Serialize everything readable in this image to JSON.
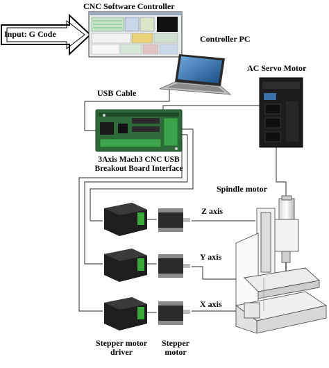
{
  "labels": {
    "input": "Input: G Code",
    "cnc_software": "CNC Software Controller",
    "controller_pc": "Controller PC",
    "ac_servo": "AC Servo Motor",
    "usb_cable": "USB Cable",
    "breakout_line1": "3Axis Mach3 CNC USB",
    "breakout_line2": "Breakout Board Interface",
    "spindle_motor": "Spindle motor",
    "z_axis": "Z axis",
    "y_axis": "Y axis",
    "x_axis": "X axis",
    "driver_line1": "Stepper motor",
    "driver_line2": "driver",
    "stepper_line1": "Stepper",
    "stepper_line2": "motor"
  },
  "colors": {
    "wire": "#6a6a6a",
    "driver_body": "#1e1e1e",
    "driver_connector": "#3aa83a",
    "board": "#2f6b3a",
    "servo": "#1c1c1c",
    "screen_bg": "#cfd8d0"
  },
  "icons": {
    "input_arrow": "arrow-right-outline",
    "software": "software-window",
    "pc": "laptop",
    "board": "circuit-board",
    "servo": "servo-drive",
    "driver": "stepper-driver",
    "motor": "stepper-motor",
    "machine": "cnc-mill"
  }
}
